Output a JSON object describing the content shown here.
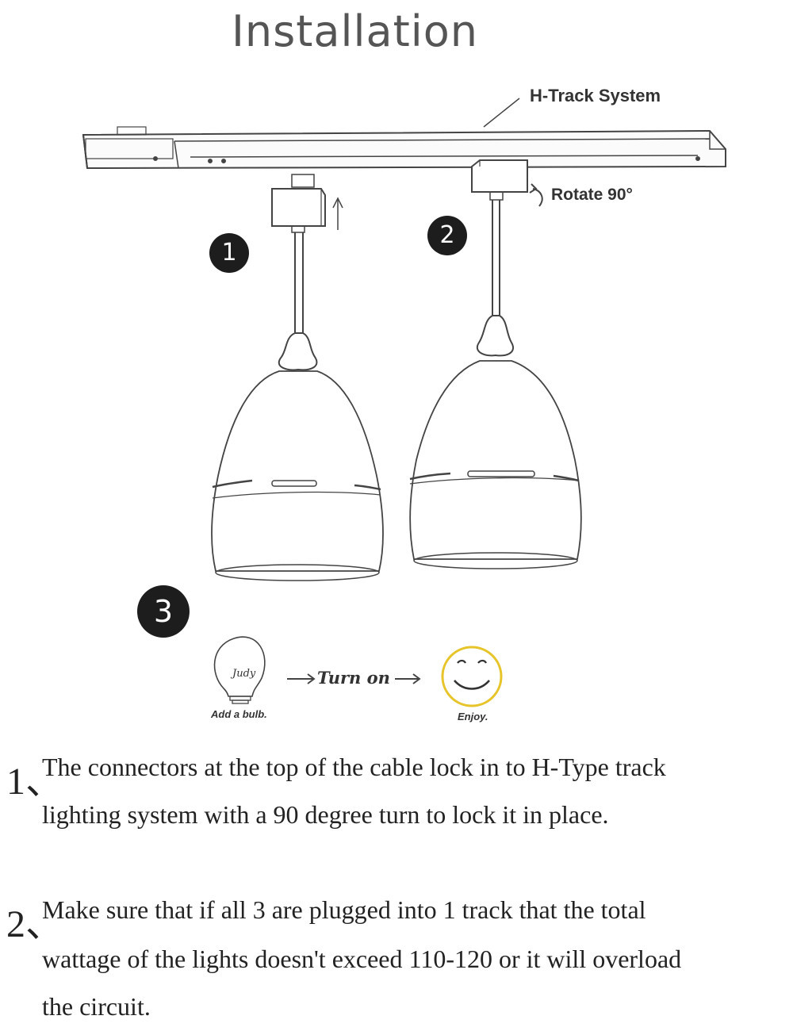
{
  "title": "Installation",
  "diagram": {
    "track_label": "H-Track System",
    "rotate_label": "Rotate 90°",
    "steps": [
      "1",
      "2",
      "3"
    ],
    "bulb_logo_text": "Judy",
    "turn_on": "Turn on",
    "add_bulb": "Add a bulb.",
    "enjoy": "Enjoy."
  },
  "notes": [
    {
      "number": "1、",
      "lines": [
        "The connectors at the top of the cable lock in to H-Type track",
        "lighting system with a 90 degree turn to lock it in place."
      ]
    },
    {
      "number": "2、",
      "lines": [
        "Make sure that if all 3 are plugged into 1 track that the total",
        "wattage of the lights doesn't exceed 110-120 or it will overload",
        " the circuit."
      ]
    }
  ]
}
